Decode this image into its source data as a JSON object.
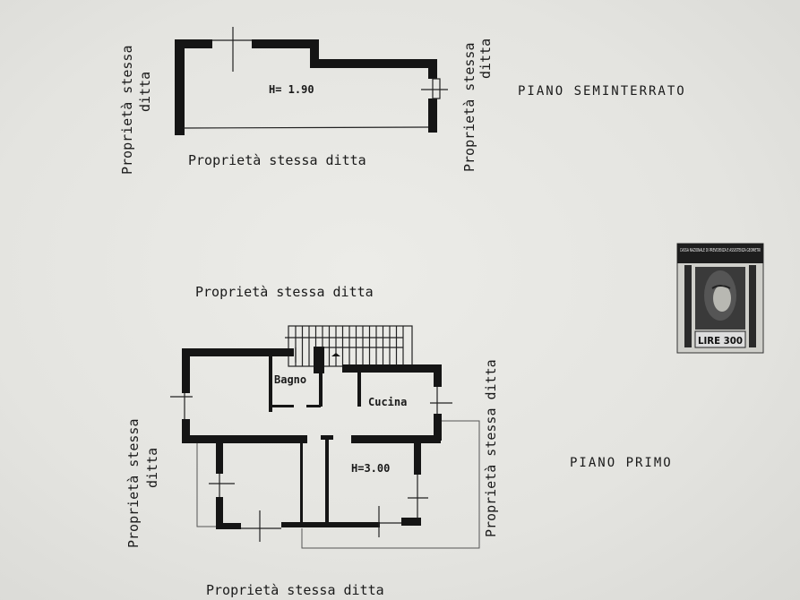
{
  "floors": [
    {
      "title": "PIANO SEMINTERRATO",
      "height_label": "H= 1.90",
      "neighbors": {
        "left_line1": "Proprietà stessa",
        "left_line2": "ditta",
        "right_line1": "Proprietà stessa",
        "right_line2": "ditta",
        "bottom": "Proprietà stessa ditta"
      }
    },
    {
      "title": "PIANO PRIMO",
      "height_label": "H=3.00",
      "rooms": [
        "Bagno",
        "Cucina"
      ],
      "neighbors": {
        "top": "Proprietà stessa ditta",
        "left_line1": "Proprietà stessa",
        "left_line2": "ditta",
        "right": "Proprietà stessa ditta",
        "bottom": "Proprietà stessa ditta"
      }
    }
  ],
  "stamp": {
    "issuer": "CASSA NAZIONALE DI PREVIDENZA E ASSISTENZA GEOMETRI",
    "value": "LIRE 300"
  },
  "colors": {
    "paper": "#e6e6e2",
    "ink": "#151515"
  }
}
